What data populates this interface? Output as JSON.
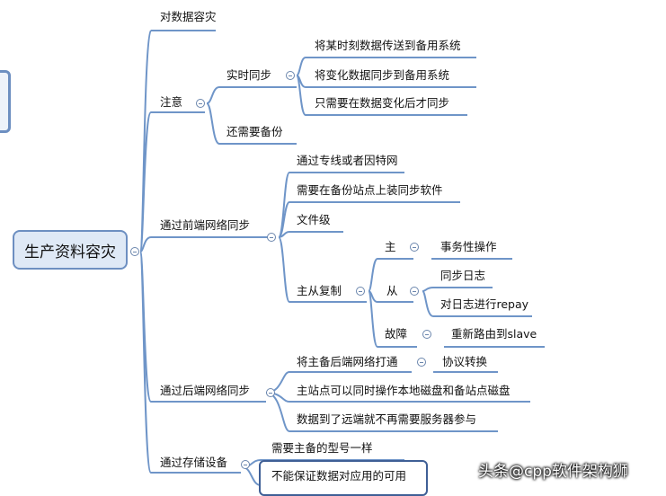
{
  "root": {
    "label": "生产资料容灾"
  },
  "nodes": {
    "dr_data": "对数据容灾",
    "attention": "注意",
    "realtime_sync": "实时同步",
    "rt_item1": "将某时刻数据传送到备用系统",
    "rt_item2": "将变化数据同步到备用系统",
    "rt_item3": "只需要在数据变化后才同步",
    "need_backup": "还需要备份",
    "frontend_sync": "通过前端网络同步",
    "fe_item1": "通过专线或者因特网",
    "fe_item2": "需要在备份站点上装同步软件",
    "fe_item3": "文件级",
    "master_slave": "主从复制",
    "master": "主",
    "transaction": "事务性操作",
    "slave": "从",
    "sync_log": "同步日志",
    "replay_log": "对日志进行repay",
    "failure": "故障",
    "reroute": "重新路由到slave",
    "backend_sync": "通过后端网络同步",
    "be_item1": "将主备后端网络打通",
    "protocol": "协议转换",
    "be_item2": "主站点可以同时操作本地磁盘和备站点磁盘",
    "be_item3": "数据到了远端就不再需要服务器参与",
    "storage": "通过存储设备",
    "st_item1": "需要主备的型号一样",
    "st_item2": "不能保证数据对应用的可用"
  },
  "watermark": "头条@cpp软件架构狮",
  "colors": {
    "line": "#6f95c8",
    "root_fill": "#dfe9f6",
    "root_border": "#6d8fc1"
  }
}
